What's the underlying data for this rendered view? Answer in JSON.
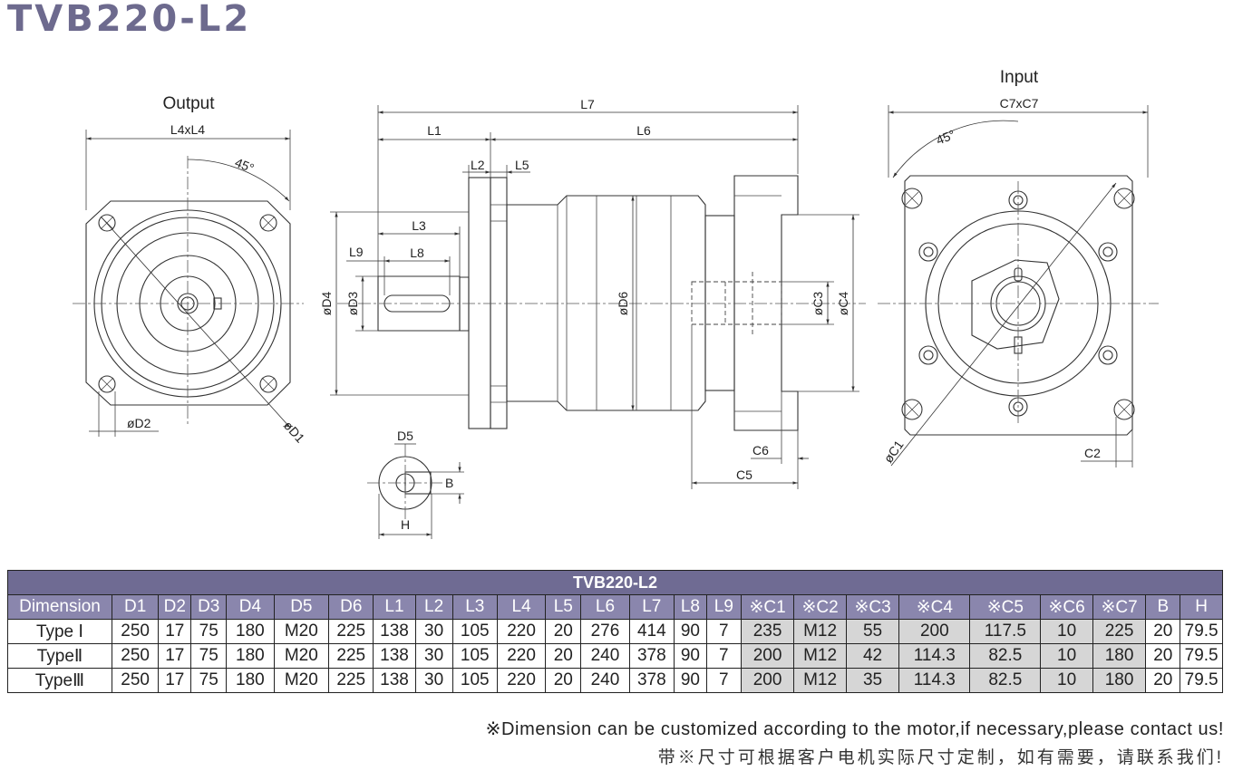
{
  "title": "TVB220-L2",
  "views": {
    "output": "Output",
    "input": "Input"
  },
  "dims": {
    "L4xL4": "L4xL4",
    "deg45a": "45°",
    "deg45b": "45°",
    "phiD2": "øD2",
    "phiD1": "øD1",
    "L7": "L7",
    "L1": "L1",
    "L6": "L6",
    "L2": "L2",
    "L5": "L5",
    "L3": "L3",
    "L9": "L9",
    "L8": "L8",
    "phiD4": "øD4",
    "phiD3": "øD3",
    "phiD6": "øD6",
    "phiC3": "øC3",
    "phiC4": "øC4",
    "C6": "C6",
    "C5": "C5",
    "D5": "D5",
    "B": "B",
    "H": "H",
    "C7xC7": "C7xC7",
    "phiC1": "øC1",
    "C2": "C2"
  },
  "table": {
    "title": "TVB220-L2",
    "headers": [
      "Dimension",
      "D1",
      "D2",
      "D3",
      "D4",
      "D5",
      "D6",
      "L1",
      "L2",
      "L3",
      "L4",
      "L5",
      "L6",
      "L7",
      "L8",
      "L9",
      "※C1",
      "※C2",
      "※C3",
      "※C4",
      "※C5",
      "※C6",
      "※C7",
      "B",
      "H"
    ],
    "rows": [
      {
        "label": "Type Ⅰ",
        "values": [
          "250",
          "17",
          "75",
          "180",
          "M20",
          "225",
          "138",
          "30",
          "105",
          "220",
          "20",
          "276",
          "414",
          "90",
          "7",
          "235",
          "M12",
          "55",
          "200",
          "117.5",
          "10",
          "225",
          "20",
          "79.5"
        ]
      },
      {
        "label": "TypeⅡ",
        "values": [
          "250",
          "17",
          "75",
          "180",
          "M20",
          "225",
          "138",
          "30",
          "105",
          "220",
          "20",
          "240",
          "378",
          "90",
          "7",
          "200",
          "M12",
          "42",
          "114.3",
          "82.5",
          "10",
          "180",
          "20",
          "79.5"
        ]
      },
      {
        "label": "TypeⅢ",
        "values": [
          "250",
          "17",
          "75",
          "180",
          "M20",
          "225",
          "138",
          "30",
          "105",
          "220",
          "20",
          "240",
          "378",
          "90",
          "7",
          "200",
          "M12",
          "35",
          "114.3",
          "82.5",
          "10",
          "180",
          "20",
          "79.5"
        ]
      }
    ]
  },
  "notes": {
    "en": "※Dimension can be customized according to the motor,if necessary,please contact us!",
    "cn": "带※尺寸可根据客户电机实际尺寸定制，如有需要，请联系我们!"
  },
  "colors": {
    "title": "#6d6a8e",
    "table_title_bg": "#6f6b93",
    "table_header_bg": "#8a86ad",
    "input_cell_bg": "#d6d6d6"
  }
}
